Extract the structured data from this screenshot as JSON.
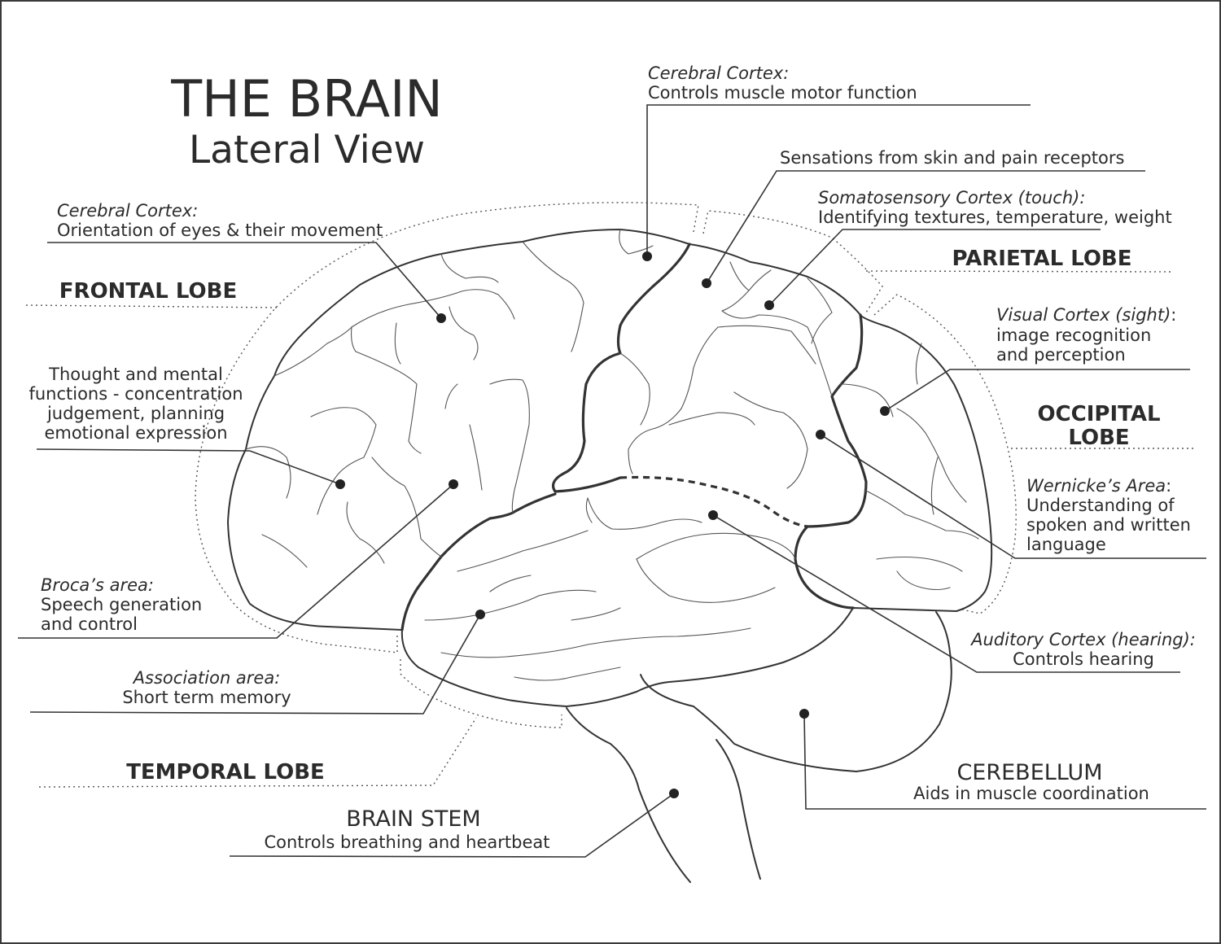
{
  "title": "THE BRAIN",
  "subtitle": "Lateral View",
  "labels": {
    "motor": {
      "heading": "Cerebral Cortex:",
      "text": "Controls muscle motor function"
    },
    "sensations": {
      "text": "Sensations from skin and pain receptors"
    },
    "somatosensory": {
      "heading": "Somatosensory Cortex (touch):",
      "text": "Identifying textures, temperature, weight"
    },
    "eyes": {
      "heading": "Cerebral Cortex:",
      "text": "Orientation of eyes & their movement"
    },
    "thought": {
      "lines": [
        "Thought and mental",
        "functions - concentration",
        "judgement, planning",
        "emotional expression"
      ]
    },
    "visual": {
      "heading": "Visual Cortex (sight)",
      "heading_suffix": ":",
      "lines": [
        "image recognition",
        "and perception"
      ]
    },
    "wernicke": {
      "heading": "Wernicke’s Area",
      "heading_suffix": ":",
      "lines": [
        "Understanding of",
        "spoken and written",
        "language"
      ]
    },
    "broca": {
      "heading": "Broca’s area:",
      "lines": [
        "Speech generation",
        "and control"
      ]
    },
    "association": {
      "heading": "Association area:",
      "text": "Short term memory"
    },
    "auditory": {
      "heading": "Auditory Cortex (hearing):",
      "text": "Controls hearing"
    },
    "cerebellum": {
      "heading": "CEREBELLUM",
      "text": "Aids in muscle coordination"
    },
    "brainstem": {
      "heading": "BRAIN STEM",
      "text": "Controls breathing and heartbeat"
    }
  },
  "lobes": {
    "frontal": "FRONTAL LOBE",
    "parietal": "PARIETAL LOBE",
    "occipital": [
      "OCCIPITAL",
      "LOBE"
    ],
    "temporal": "TEMPORAL LOBE"
  },
  "colors": {
    "ink": "#2b2b2b",
    "background": "#ffffff"
  }
}
